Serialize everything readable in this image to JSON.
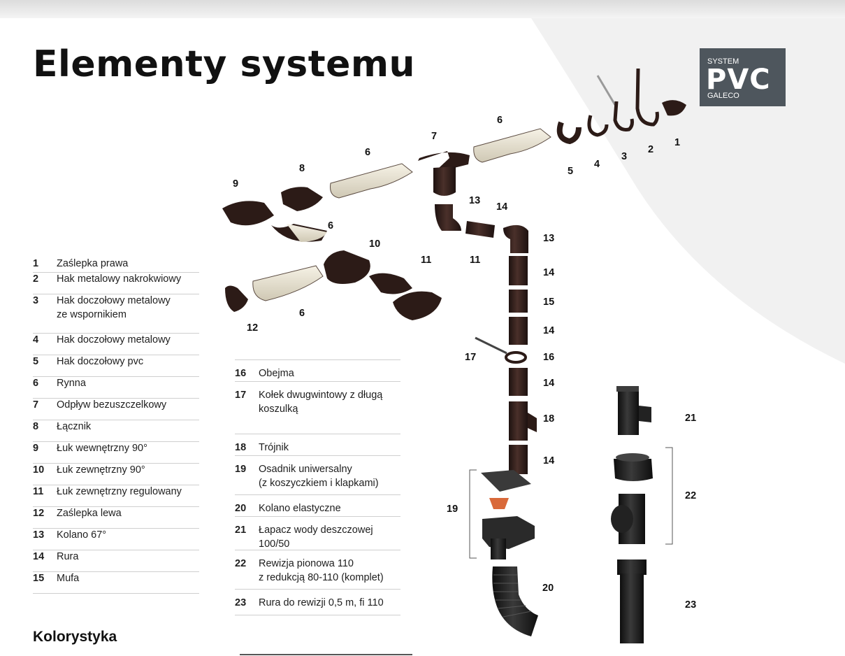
{
  "page": {
    "title": "Elementy systemu",
    "section_title": "Kolorystyka"
  },
  "badge": {
    "line1": "SYSTEM",
    "line2": "PVC",
    "line3": "GALECO",
    "color": "#4e565d"
  },
  "colors": {
    "product_dark": "#3a2520",
    "gutter_inside": "#efeadb",
    "strainer": "#d9693a",
    "text": "#1e1e1e"
  },
  "legend_left": [
    {
      "num": "1",
      "text": "Zaślepka prawa"
    },
    {
      "num": "2",
      "text": "Hak metalowy nakrokwiowy"
    },
    {
      "num": "3",
      "text": "Hak doczołowy metalowy\nze wspornikiem"
    },
    {
      "num": "4",
      "text": "Hak doczołowy metalowy"
    },
    {
      "num": "5",
      "text": "Hak doczołowy pvc"
    },
    {
      "num": "6",
      "text": "Rynna"
    },
    {
      "num": "7",
      "text": "Odpływ bezuszczelkowy"
    },
    {
      "num": "8",
      "text": "Łącznik"
    },
    {
      "num": "9",
      "text": "Łuk wewnętrzny 90°"
    },
    {
      "num": "10",
      "text": "Łuk zewnętrzny 90°"
    },
    {
      "num": "11",
      "text": "Łuk zewnętrzny regulowany"
    },
    {
      "num": "12",
      "text": "Zaślepka lewa"
    },
    {
      "num": "13",
      "text": "Kolano 67°"
    },
    {
      "num": "14",
      "text": "Rura"
    },
    {
      "num": "15",
      "text": "Mufa"
    }
  ],
  "legend_right": [
    {
      "num": "16",
      "text": "Obejma"
    },
    {
      "num": "17",
      "text": "Kołek dwugwintowy z długą\nkoszulką"
    },
    {
      "num": "18",
      "text": "Trójnik"
    },
    {
      "num": "19",
      "text": "Osadnik uniwersalny\n(z koszyczkiem i klapkami)"
    },
    {
      "num": "20",
      "text": "Kolano elastyczne"
    },
    {
      "num": "21",
      "text": "Łapacz wody deszczowej\n100/50"
    },
    {
      "num": "22",
      "text": "Rewizja pionowa 110\nz redukcją 80-110 (komplet)"
    },
    {
      "num": "23",
      "text": "Rura do rewizji 0,5 m, fi 110"
    }
  ],
  "diagram_labels": [
    {
      "id": "l1",
      "text": "1"
    },
    {
      "id": "l2",
      "text": "2"
    },
    {
      "id": "l3",
      "text": "3"
    },
    {
      "id": "l4",
      "text": "4"
    },
    {
      "id": "l5",
      "text": "5"
    },
    {
      "id": "l6a",
      "text": "6"
    },
    {
      "id": "l6b",
      "text": "6"
    },
    {
      "id": "l6c",
      "text": "6"
    },
    {
      "id": "l6d",
      "text": "6"
    },
    {
      "id": "l7",
      "text": "7"
    },
    {
      "id": "l8",
      "text": "8"
    },
    {
      "id": "l9",
      "text": "9"
    },
    {
      "id": "l10",
      "text": "10"
    },
    {
      "id": "l11a",
      "text": "11"
    },
    {
      "id": "l11b",
      "text": "11"
    },
    {
      "id": "l12",
      "text": "12"
    },
    {
      "id": "l13a",
      "text": "13"
    },
    {
      "id": "l13b",
      "text": "13"
    },
    {
      "id": "l14a",
      "text": "14"
    },
    {
      "id": "l14b",
      "text": "14"
    },
    {
      "id": "l14c",
      "text": "14"
    },
    {
      "id": "l14d",
      "text": "14"
    },
    {
      "id": "l14e",
      "text": "14"
    },
    {
      "id": "l15",
      "text": "15"
    },
    {
      "id": "l16",
      "text": "16"
    },
    {
      "id": "l17",
      "text": "17"
    },
    {
      "id": "l18",
      "text": "18"
    },
    {
      "id": "l19",
      "text": "19"
    },
    {
      "id": "l20",
      "text": "20"
    },
    {
      "id": "l21",
      "text": "21"
    },
    {
      "id": "l22",
      "text": "22"
    },
    {
      "id": "l23",
      "text": "23"
    }
  ]
}
